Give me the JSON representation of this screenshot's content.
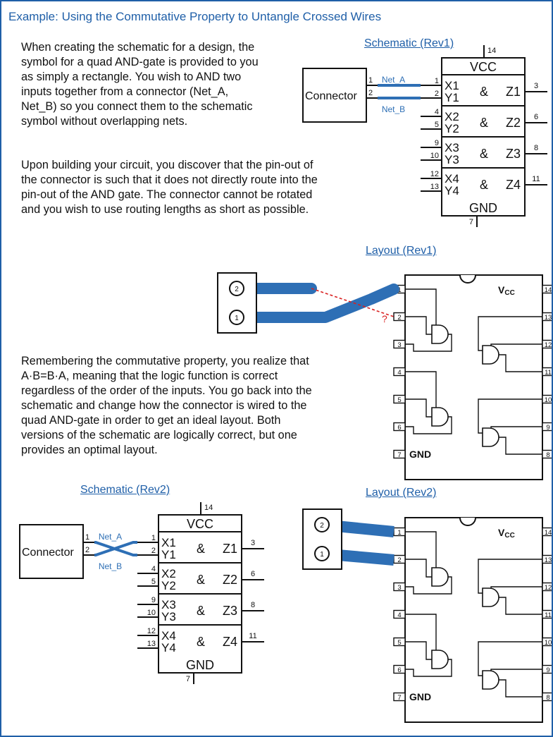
{
  "title": "Example: Using the Commutative Property to Untangle Crossed Wires",
  "paragraphs": {
    "p1": "When creating the schematic for a design, the\nsymbol for a quad AND-gate is provided to you\nas simply a rectangle.  You wish to AND two\ninputs together from a connector (Net_A,\nNet_B) so you connect them to the schematic\nsymbol without overlapping nets.",
    "p2": "Upon building your circuit, you discover that the pin-out of\nthe connector is such that it does not directly route into the\npin-out of the AND gate.  The connector cannot be rotated\nand you wish to use routing lengths as short as possible.",
    "p3": "Remembering the commutative property, you realize that\nA·B=B·A, meaning that the logic function is correct\nregardless of the order of the inputs.  You go back into the\nschematic and change how the connector is wired to the\nquad AND-gate in order to get an ideal layout.  Both\nversions of the schematic are logically correct, but one\nprovides an optimal layout."
  },
  "headings": {
    "schematic_rev1": "Schematic (Rev1)",
    "layout_rev1": "Layout (Rev1)",
    "schematic_rev2": "Schematic (Rev2)",
    "layout_rev2": "Layout (Rev2)"
  },
  "schematic": {
    "connector_label": "Connector",
    "vcc_label": "VCC",
    "gnd_label": "GND",
    "net_a": "Net_A",
    "net_b": "Net_B",
    "connector_pins": [
      "1",
      "2"
    ],
    "vcc_pin": "14",
    "gnd_pin": "7",
    "gates": [
      {
        "x": "X1",
        "y": "Y1",
        "op": "&",
        "z": "Z1",
        "x_pin": "1",
        "y_pin": "2",
        "z_pin": "3"
      },
      {
        "x": "X2",
        "y": "Y2",
        "op": "&",
        "z": "Z2",
        "x_pin": "4",
        "y_pin": "5",
        "z_pin": "6"
      },
      {
        "x": "X3",
        "y": "Y3",
        "op": "&",
        "z": "Z3",
        "x_pin": "9",
        "y_pin": "10",
        "z_pin": "8"
      },
      {
        "x": "X4",
        "y": "Y4",
        "op": "&",
        "z": "Z4",
        "x_pin": "12",
        "y_pin": "13",
        "z_pin": "11"
      }
    ]
  },
  "layout": {
    "connector_pins": [
      "2",
      "1"
    ],
    "left_pins": [
      "1",
      "2",
      "3",
      "4",
      "5",
      "6",
      "7"
    ],
    "right_pins": [
      "14",
      "13",
      "12",
      "11",
      "10",
      "9",
      "8"
    ],
    "vcc_main": "V",
    "vcc_sub": "CC",
    "gnd_label": "GND",
    "question_mark": "?"
  },
  "colors": {
    "accent": "#1f5fa8",
    "trace": "#2e6fb5",
    "ratsnest": "#d92020"
  }
}
